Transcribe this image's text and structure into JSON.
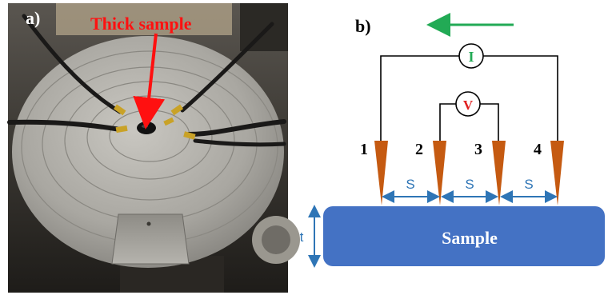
{
  "panel_a": {
    "label": "a)",
    "annotation": "Thick sample"
  },
  "panel_b": {
    "label": "b)",
    "current_symbol": "I",
    "voltage_symbol": "V",
    "probes": [
      "1",
      "2",
      "3",
      "4"
    ],
    "spacing_label": "S",
    "thickness_label": "t",
    "sample_label": "Sample"
  },
  "colors": {
    "current_arrow": "#22aa55",
    "probe": "#c55a11",
    "spacing_arrow": "#2e75b6",
    "sample_fill": "#4472c4",
    "annotation": "#ff1010",
    "current_symbol": "#22aa55",
    "voltage_symbol": "#e02020"
  }
}
